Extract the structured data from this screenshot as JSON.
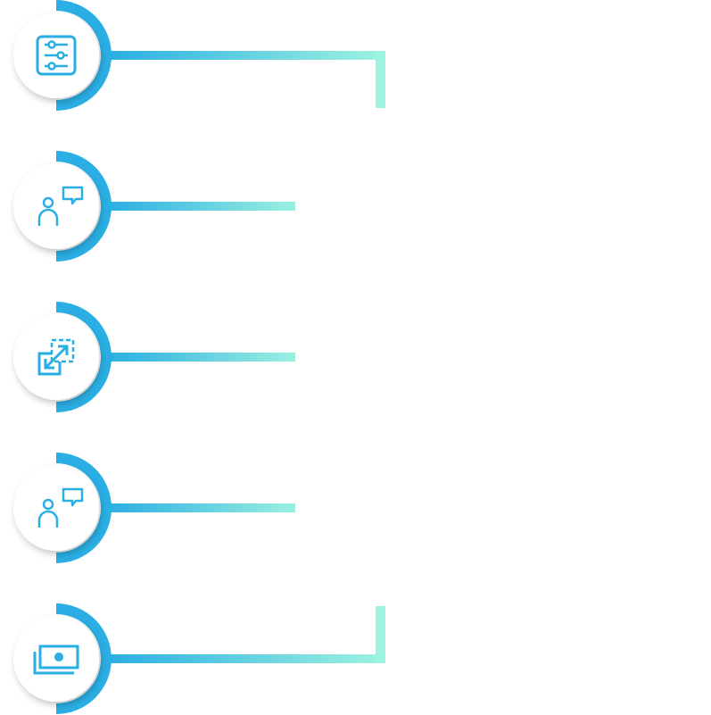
{
  "colors": {
    "primary": "#2aaee3",
    "accent": "#9ef3e0",
    "circle": "#ffffff"
  },
  "steps": [
    {
      "icon": "sliders-icon",
      "connector": "bracket-down"
    },
    {
      "icon": "person-chat-icon",
      "connector": "straight"
    },
    {
      "icon": "expand-icon",
      "connector": "straight"
    },
    {
      "icon": "person-chat-icon",
      "connector": "straight"
    },
    {
      "icon": "money-icon",
      "connector": "bracket-up"
    }
  ]
}
